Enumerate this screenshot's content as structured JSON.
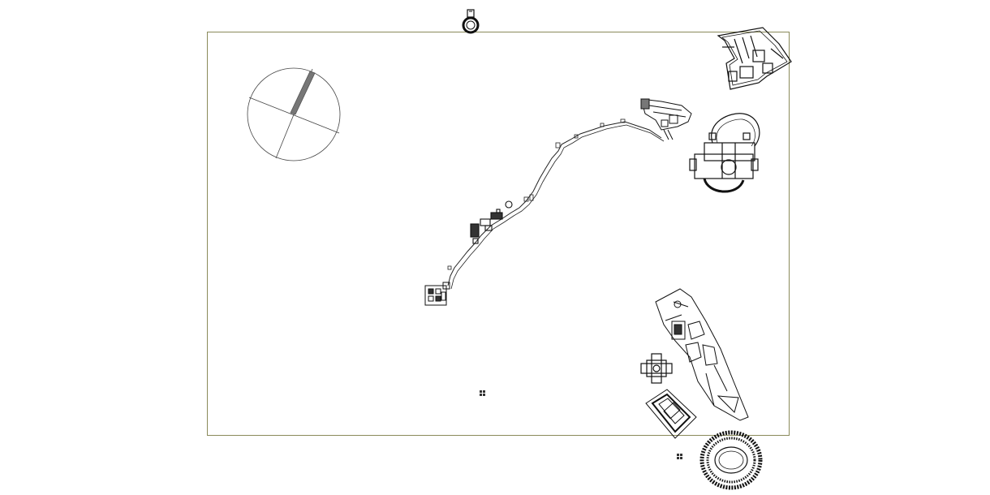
{
  "drawing": {
    "type": "architectural-site-plan",
    "background_color": "#ffffff",
    "frame_color": "#8a8a5a",
    "line_color": "#111111",
    "fill_gray": "#777777",
    "features": [
      "north-compass-icon",
      "rotunda-plan-top",
      "palace-plan-top-right",
      "terraced-building-plan",
      "domed-church-plan",
      "river-path",
      "riverside-buildings",
      "city-block-plan",
      "small-grid-block",
      "urban-island-plan",
      "cross-church-plan",
      "courtyard-building-plan",
      "amphitheater-plan",
      "small-square-markers"
    ]
  }
}
